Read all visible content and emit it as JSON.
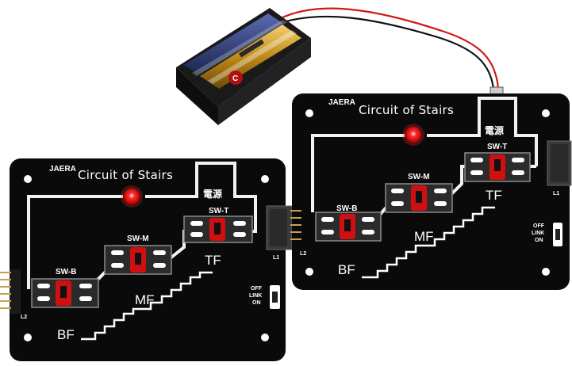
{
  "battery_pack": {
    "cell_label": "C"
  },
  "board_left": {
    "brand": "JAERA",
    "title": "Circuit of Stairs",
    "power_label": "電源",
    "switches": {
      "bottom": "SW-B",
      "middle": "SW-M",
      "top": "SW-T"
    },
    "floors": {
      "bottom": "BF",
      "middle": "MF",
      "top": "TF"
    },
    "connector_left": "L2",
    "connector_right": "L1",
    "mode_switch": {
      "off": "OFF",
      "link": "LINK",
      "on": "ON"
    }
  },
  "board_right": {
    "brand": "JAERA",
    "title": "Circuit of Stairs",
    "power_label": "電源",
    "switches": {
      "bottom": "SW-B",
      "middle": "SW-M",
      "top": "SW-T"
    },
    "floors": {
      "bottom": "BF",
      "middle": "MF",
      "top": "TF"
    },
    "connector_left": "L2",
    "connector_right": "L1",
    "mode_switch": {
      "off": "OFF",
      "link": "LINK",
      "on": "ON"
    }
  },
  "colors": {
    "board": "#0a0a0a",
    "trace": "#f2f2f2",
    "led": "#ff2020",
    "switch_body": "#d01010",
    "battery_gold": "#d4a020"
  }
}
